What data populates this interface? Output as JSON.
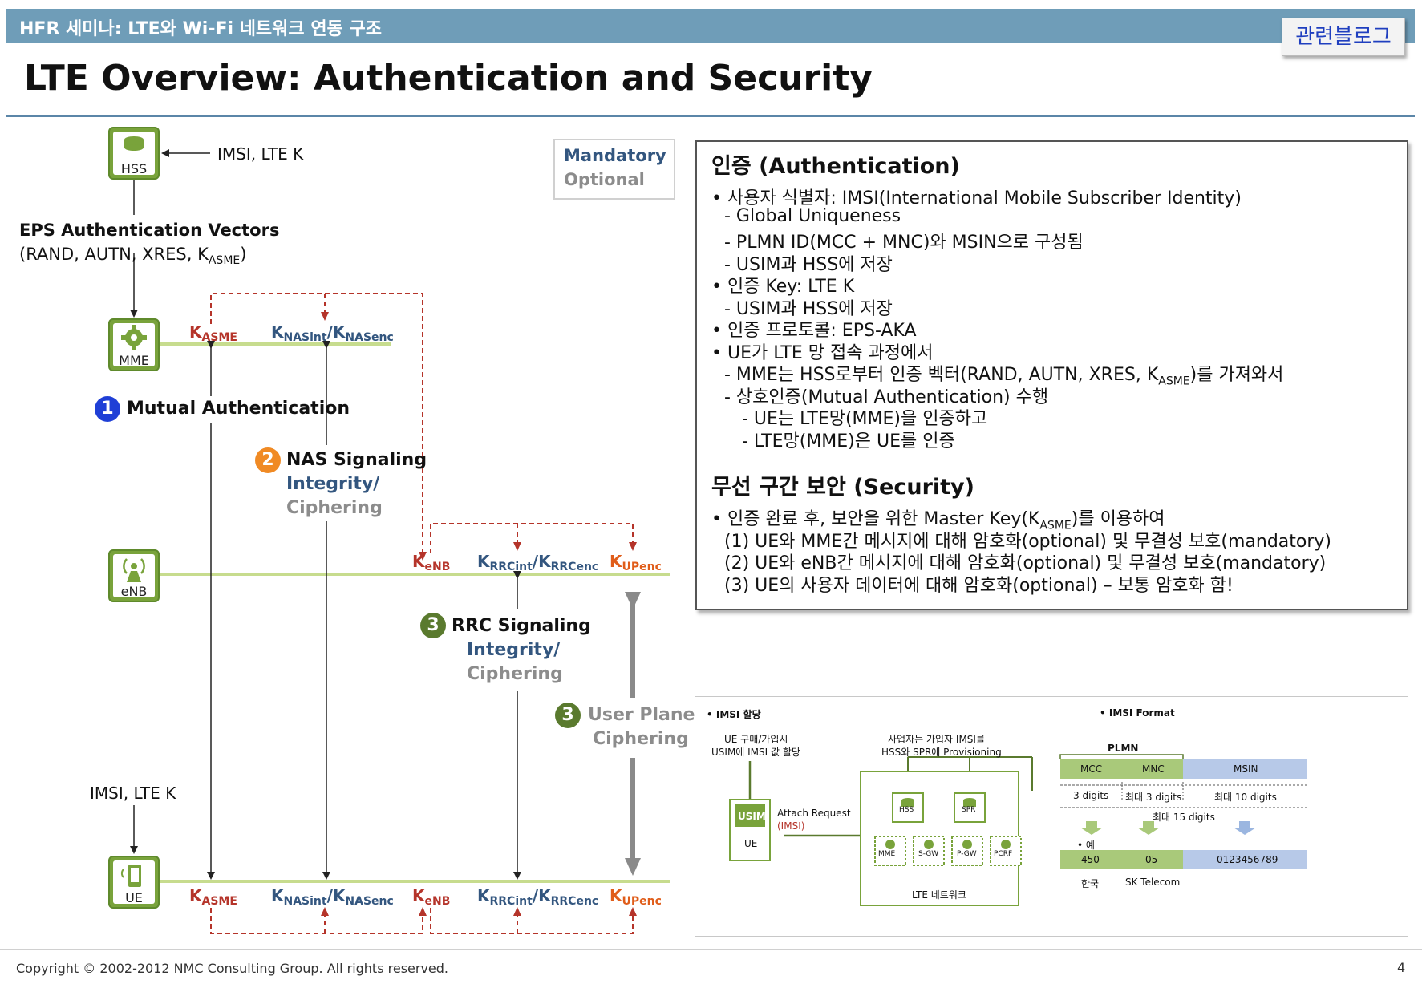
{
  "header": {
    "seminar_title": "HFR 세미나: LTE와 Wi-Fi 네트워크 연동 구조",
    "blog_button": "관련블로그",
    "page_title": "LTE Overview: Authentication and Security"
  },
  "flow": {
    "hss_label": "HSS",
    "mme_label": "MME",
    "enb_label": "eNB",
    "ue_label": "UE",
    "hss_input": "IMSI, LTE K",
    "ue_input": "IMSI, LTE K",
    "eps_vectors_title": "EPS Authentication Vectors",
    "eps_vectors_items_prefix": "(RAND, AUTN, XRES, K",
    "eps_vectors_items_sub": "ASME",
    "eps_vectors_items_suffix": ")",
    "step1_num": "1",
    "step1_title": "Mutual Authentication",
    "step2_num": "2",
    "step2_title": "NAS Signaling",
    "step2_integrity": "Integrity/",
    "step2_ciphering": "Ciphering",
    "step3a_num": "3",
    "step3a_title": "RRC Signaling",
    "step3a_integrity": "Integrity/",
    "step3a_ciphering": "Ciphering",
    "step3b_num": "3",
    "step3b_title": "User Plane",
    "step3b_ciphering": "Ciphering",
    "k_letter": "K",
    "k_asme_sub": "ASME",
    "k_nasint_sub": "NASint",
    "k_nasenc_sub": "NASenc",
    "k_enb_sub": "eNB",
    "k_rrcint_sub": "RRCint",
    "k_rrcenc_sub": "RRCenc",
    "k_upenc_sub": "UPenc",
    "slash": "/"
  },
  "legend": {
    "mandatory": "Mandatory",
    "optional": "Optional"
  },
  "auth_box": {
    "heading": "인증 (Authentication)",
    "lines": [
      "• 사용자 식별자: IMSI(International Mobile Subscriber Identity)",
      "- Global Uniqueness",
      "- PLMN ID(MCC + MNC)와 MSIN으로 구성됨",
      "- USIM과 HSS에 저장",
      "• 인증 Key: LTE K",
      "- USIM과 HSS에 저장",
      "• 인증 프로토콜: EPS-AKA",
      "• UE가 LTE 망 접속 과정에서",
      "- MME는 HSS로부터 인증 벡터(RAND, AUTN, XRES, K",
      "- 상호인증(Mutual Authentication) 수행",
      "- UE는 LTE망(MME)을 인증하고",
      "- LTE망(MME)은 UE를 인증"
    ],
    "line9_sub": "ASME",
    "line9_suffix": ")를 가져와서",
    "security_heading": "무선 구간 보안 (Security)",
    "security_line1_prefix": "• 인증 완료 후, 보안을 위한 Master Key(K",
    "security_line1_sub": "ASME",
    "security_line1_suffix": ")를 이용하여",
    "security_items": [
      "(1) UE와 MME간 메시지에 대해 암호화(optional) 및 무결성 보호(mandatory)",
      "(2) UE와 eNB간 메시지에 대해 암호화(optional) 및 무결성 보호(mandatory)",
      "(3) UE의 사용자 데이터에 대해 암호화(optional) – 보통 암호화 함!"
    ]
  },
  "imsi_box": {
    "alloc_title": "IMSI 할당",
    "ue_note_line1": "UE 구매/가입시",
    "ue_note_line2": "USIM에 IMSI 값 할당",
    "provider_note_line1": "사업자는 가입자 IMSI를",
    "provider_note_line2": "HSS와 SPR에 Provisioning",
    "usim_label": "USIM",
    "ue_label": "UE",
    "attach_request": "Attach Request",
    "attach_imsi": "(IMSI)",
    "hss": "HSS",
    "spr": "SPR",
    "mme": "MME",
    "sgw": "S-GW",
    "pgw": "P-GW",
    "pcrf": "PCRF",
    "lte_network": "LTE 네트워크",
    "format_title": "IMSI Format",
    "plmn": "PLMN",
    "mcc": "MCC",
    "mnc": "MNC",
    "msin": "MSIN",
    "mcc_digits": "3 digits",
    "mnc_digits": "최대 3 digits",
    "msin_digits": "최대 10 digits",
    "total_digits": "최대 15 digits",
    "example_label": "예",
    "ex_mcc": "450",
    "ex_mnc": "05",
    "ex_msin": "0123456789",
    "ex_country": "한국",
    "ex_operator": "SK Telecom"
  },
  "footer": {
    "copyright": "Copyright © 2002-2012 NMC Consulting Group. All rights reserved.",
    "page_number": "4"
  },
  "colors": {
    "header_bar": "#6f9db8",
    "node_green": "#79a33b",
    "line_green": "#c7dc8e",
    "key_red": "#b5342a",
    "key_blue": "#33567f",
    "key_orange": "#e05d1a",
    "step1_blue": "#1f3fd6",
    "step2_orange": "#f08a24",
    "step3_green": "#5a7a2e",
    "imsi_mcc": "#a9c97a",
    "imsi_msin": "#b7c9e8"
  }
}
